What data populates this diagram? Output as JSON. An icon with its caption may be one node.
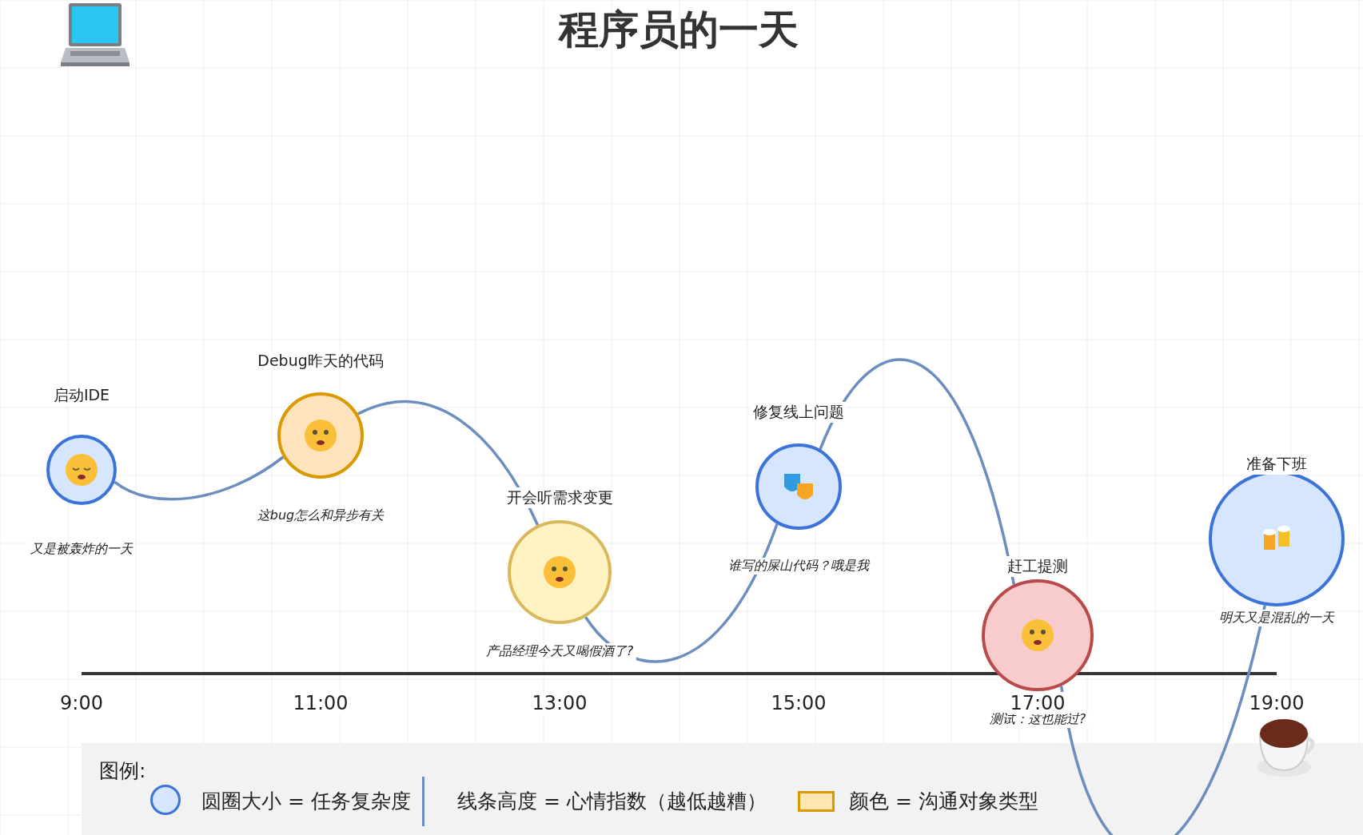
{
  "diagram": {
    "title": "程序员的一天",
    "nodes": [
      {
        "text": [
          "启动IDE"
        ],
        "beside": [
          "又是被轰炸的一天"
        ]
      },
      {
        "text": [
          "Debug昨天的代码"
        ],
        "beside": [
          "这bug怎么和异步有关"
        ]
      },
      {
        "text": [
          "开会听需求变更"
        ],
        "beside": [
          "产品经理今天又喝假酒了?"
        ]
      },
      {
        "text": [
          "修复线上问题"
        ],
        "beside": [
          "谁写的屎山代码？哦是我"
        ]
      },
      {
        "text": [
          "赶工提测"
        ],
        "beside": [
          "测试：这也能过?"
        ]
      },
      {
        "text": [
          "准备下班"
        ],
        "beside": [
          "明天又是混乱的一天"
        ]
      }
    ],
    "edges": [
      {
        "from": 0,
        "to": 1,
        "arrow": "none"
      },
      {
        "from": 1,
        "to": 2,
        "arrow": "none"
      },
      {
        "from": 2,
        "to": 3,
        "arrow": "none"
      },
      {
        "from": 3,
        "to": 4,
        "arrow": "none"
      },
      {
        "from": 4,
        "to": 5,
        "arrow": "none"
      }
    ],
    "labels": [
      "9:00",
      "11:00",
      "13:00",
      "15:00",
      "17:00",
      "19:00",
      "图例:"
    ],
    "legend": [
      {
        "text": "圆圈大小 = 任务复杂度"
      },
      {
        "text": "线条高度 = 心情指数（越低越糟）"
      },
      {
        "text": "颜色 = 沟通对象类型"
      }
    ]
  }
}
